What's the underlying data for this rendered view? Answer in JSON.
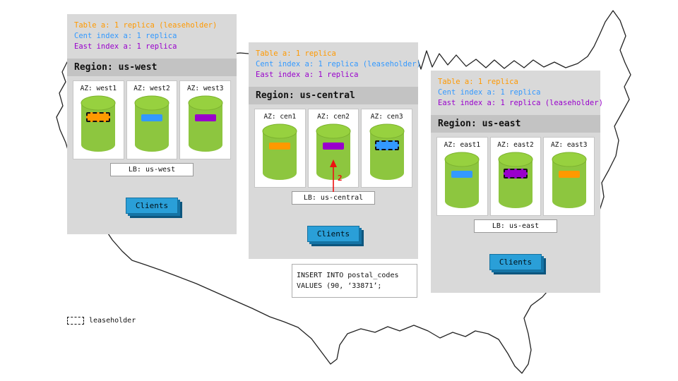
{
  "colors": {
    "orange": "#ff9900",
    "blue": "#3399ff",
    "purple": "#9900cc",
    "green": "#8dc63f",
    "red": "#ee1111",
    "clients_blue": "#2a9fd8"
  },
  "regions": [
    {
      "name": "us-west",
      "legend": [
        {
          "text": "Table a: 1 replica (leaseholder)",
          "color": "orange"
        },
        {
          "text": "Cent index a: 1 replica",
          "color": "blue"
        },
        {
          "text": "East index a: 1 replica",
          "color": "purple"
        }
      ],
      "header": "Region: us-west",
      "azs": [
        {
          "label": "AZ: west1",
          "chip": "orange",
          "leaseholder": true
        },
        {
          "label": "AZ: west2",
          "chip": "blue",
          "leaseholder": false
        },
        {
          "label": "AZ: west3",
          "chip": "purple",
          "leaseholder": false
        }
      ],
      "lb": "LB: us-west",
      "clients": "Clients"
    },
    {
      "name": "us-central",
      "legend": [
        {
          "text": "Table a: 1 replica",
          "color": "orange"
        },
        {
          "text": "Cent index a: 1 replica (leaseholder)",
          "color": "blue"
        },
        {
          "text": "East index a: 1 replica",
          "color": "purple"
        }
      ],
      "header": "Region: us-central",
      "azs": [
        {
          "label": "AZ: cen1",
          "chip": "orange",
          "leaseholder": false
        },
        {
          "label": "AZ: cen2",
          "chip": "purple",
          "leaseholder": false
        },
        {
          "label": "AZ: cen3",
          "chip": "blue",
          "leaseholder": true
        }
      ],
      "lb": "LB: us-central",
      "clients": "Clients",
      "arrow_label": "2"
    },
    {
      "name": "us-east",
      "legend": [
        {
          "text": "Table a: 1 replica",
          "color": "orange"
        },
        {
          "text": "Cent index a: 1 replica",
          "color": "blue"
        },
        {
          "text": "East index a: 1 replica (leaseholder)",
          "color": "purple"
        }
      ],
      "header": "Region: us-east",
      "azs": [
        {
          "label": "AZ: east1",
          "chip": "blue",
          "leaseholder": false
        },
        {
          "label": "AZ: east2",
          "chip": "purple",
          "leaseholder": true
        },
        {
          "label": "AZ: east3",
          "chip": "orange",
          "leaseholder": false
        }
      ],
      "lb": "LB: us-east",
      "clients": "Clients"
    }
  ],
  "sql_note": {
    "line1": "INSERT INTO postal_codes",
    "line2": "VALUES (90, ‘33871’;"
  },
  "map_legend": {
    "label": "leaseholder"
  }
}
